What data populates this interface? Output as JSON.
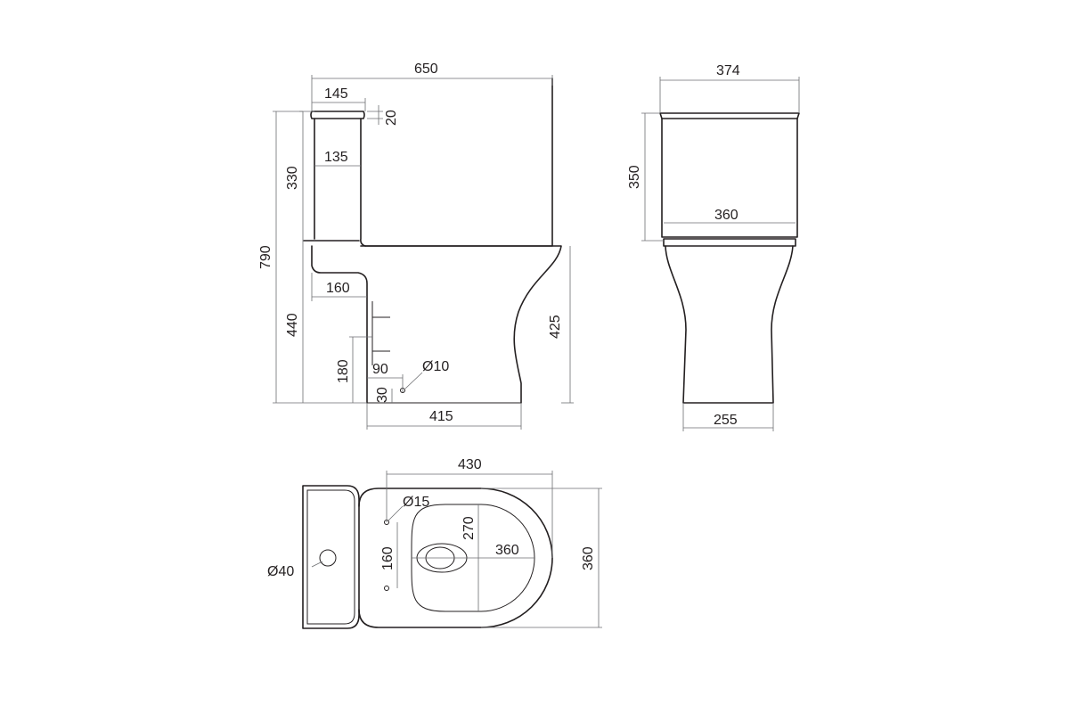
{
  "drawing": {
    "side_view": {
      "overall_width": "650",
      "tank_depth_top": "145",
      "lid_thickness": "20",
      "tank_depth": "135",
      "tank_height": "330",
      "overall_height": "790",
      "pipe_offset": "160",
      "seat_height": "440",
      "bowl_height": "425",
      "inlet_height": "180",
      "inlet_offset": "90",
      "bolt_height": "30",
      "bolt_diameter": "Ø10",
      "base_length": "415"
    },
    "front_view": {
      "tank_width": "374",
      "tank_height": "350",
      "tank_base_width": "360",
      "foot_width": "255"
    },
    "top_view": {
      "bowl_length": "430",
      "hole_diameter": "Ø15",
      "bolt_spacing": "160",
      "bowl_inner_depth": "270",
      "bowl_inner_width": "360",
      "overall_width": "360",
      "button_diameter": "Ø40"
    }
  }
}
